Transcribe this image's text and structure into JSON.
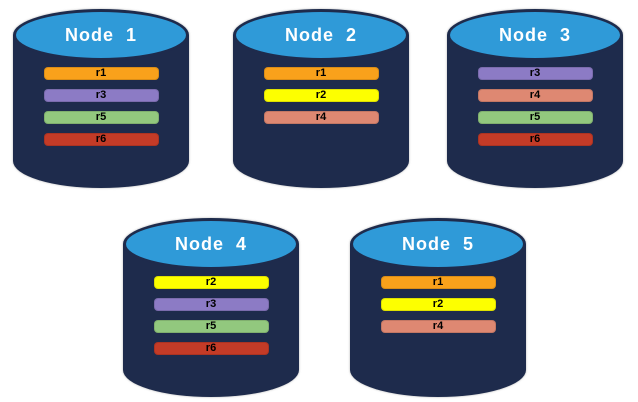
{
  "diagram": {
    "type": "database-replica-distribution",
    "colors": {
      "cylinder_body": "#1E2B4C",
      "cylinder_top": "#2F9AD8",
      "node_label_text": "#FFFFFF",
      "bar_label_text": "#000000",
      "background": "#FFFFFF",
      "replica_r1": "#F9A11B",
      "replica_r2": "#FDFF00",
      "replica_r3": "#8C7BC5",
      "replica_r4": "#DE8872",
      "replica_r5": "#92C87E",
      "replica_r6": "#C43B27"
    },
    "nodes": [
      {
        "name": "Node  1",
        "replicas": [
          {
            "label": "r1",
            "color": "#F9A11B"
          },
          {
            "label": "r3",
            "color": "#8C7BC5"
          },
          {
            "label": "r5",
            "color": "#92C87E"
          },
          {
            "label": "r6",
            "color": "#C43B27"
          }
        ]
      },
      {
        "name": "Node  2",
        "replicas": [
          {
            "label": "r1",
            "color": "#F9A11B"
          },
          {
            "label": "r2",
            "color": "#FDFF00"
          },
          {
            "label": "r4",
            "color": "#DE8872"
          }
        ]
      },
      {
        "name": "Node  3",
        "replicas": [
          {
            "label": "r3",
            "color": "#8C7BC5"
          },
          {
            "label": "r4",
            "color": "#DE8872"
          },
          {
            "label": "r5",
            "color": "#92C87E"
          },
          {
            "label": "r6",
            "color": "#C43B27"
          }
        ]
      },
      {
        "name": "Node  4",
        "replicas": [
          {
            "label": "r2",
            "color": "#FDFF00"
          },
          {
            "label": "r3",
            "color": "#8C7BC5"
          },
          {
            "label": "r5",
            "color": "#92C87E"
          },
          {
            "label": "r6",
            "color": "#C43B27"
          }
        ]
      },
      {
        "name": "Node  5",
        "replicas": [
          {
            "label": "r1",
            "color": "#F9A11B"
          },
          {
            "label": "r2",
            "color": "#FDFF00"
          },
          {
            "label": "r4",
            "color": "#DE8872"
          }
        ]
      }
    ]
  }
}
